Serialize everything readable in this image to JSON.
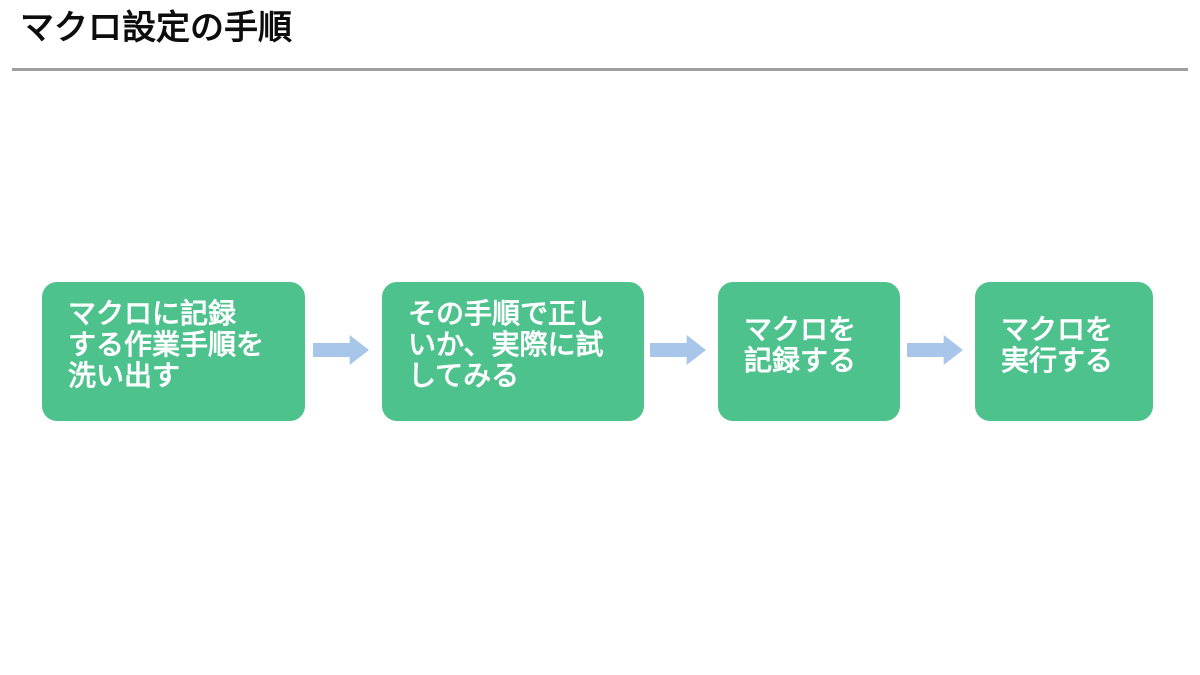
{
  "page": {
    "title": "マクロ設定の手順",
    "background": "#FFFFFF"
  },
  "colors": {
    "step_green": "#4EC28D",
    "arrow_blue": "#A8C6E9",
    "divider_gray": "#9E9E9E",
    "title_black": "#0D0D0D",
    "step_text_white": "#FFFFFF"
  },
  "flow": {
    "steps": [
      {
        "label": "マクロに記録する作業手順を洗い出す",
        "lines": [
          "マクロに記録",
          "する作業手順を",
          "洗い出す"
        ]
      },
      {
        "label": "その手順で正しいか、実際に試してみる",
        "lines": [
          "その手順で正し",
          "いか、実際に試",
          "してみる"
        ]
      },
      {
        "label": "マクロを記録する",
        "lines": [
          "マクロを",
          "記録する"
        ]
      },
      {
        "label": "マクロを実行する",
        "lines": [
          "マクロを",
          "実行する"
        ]
      }
    ]
  }
}
